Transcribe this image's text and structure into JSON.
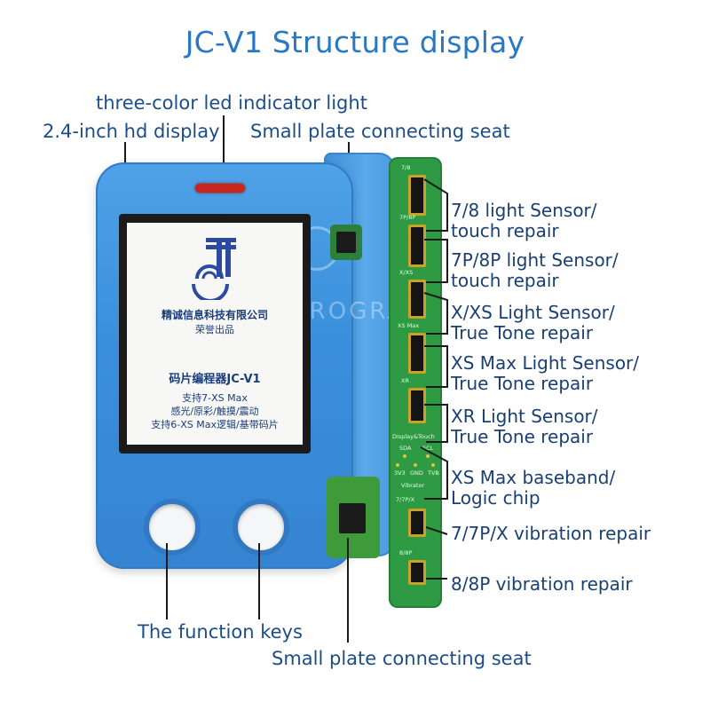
{
  "title": "JC-V1 Structure display",
  "callouts": {
    "led": "three-color led indicator light",
    "display": "2.4-inch hd display",
    "small_plate_top": "Small plate connecting seat",
    "function_keys": "The function keys",
    "small_plate_bottom": "Small plate connecting seat"
  },
  "screen": {
    "company": "精诚信息科技有限公司",
    "produced": "荣誉出品",
    "product": "码片编程器JC-V1",
    "support_1": "支持7-XS Max",
    "support_2": "感光/原彩/触摸/震动",
    "support_3": "支持6-XS Max逻辑/基带码片"
  },
  "board_labels": {
    "b78": "7/8",
    "b7p8p": "7P/8P",
    "bxxs": "X/XS",
    "bxsmax": "XS Max",
    "bxr": "XR",
    "bdisplay": "Display&Touch",
    "bsda": "SDA",
    "bscl": "SCL",
    "b3v3": "3V3",
    "bgnd": "GND",
    "btvb": "TVB",
    "bvibrator": "Vibrator",
    "b77px": "7/7P/X",
    "b88p": "8/8P"
  },
  "side_labels": [
    {
      "line1": "7/8 light Sensor/",
      "line2": "touch repair"
    },
    {
      "line1": "7P/8P light Sensor/",
      "line2": "touch repair"
    },
    {
      "line1": "X/XS Light Sensor/",
      "line2": "True Tone repair"
    },
    {
      "line1": "XS Max Light Sensor/",
      "line2": "True Tone repair"
    },
    {
      "line1": "XR Light Sensor/",
      "line2": "True Tone repair"
    },
    {
      "line1": "XS Max baseband/",
      "line2": "Logic chip"
    },
    {
      "line1": "7/7P/X vibration repair"
    },
    {
      "line1": "8/8P vibration repair"
    }
  ],
  "watermark": "PROGRAMMER",
  "colors": {
    "title": "#2a78c4",
    "device_blue": "#3a8fdc",
    "board_green": "#2e9a44",
    "led_red": "#c8261d"
  }
}
